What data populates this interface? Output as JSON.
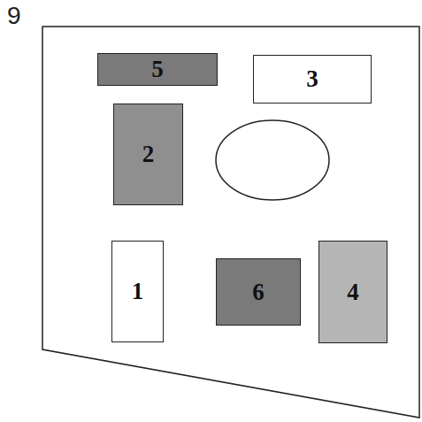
{
  "diagram": {
    "nodes": [
      {
        "text": [
          "5"
        ]
      },
      {
        "text": [
          "3"
        ]
      },
      {
        "text": [
          "2"
        ]
      },
      {
        "text": [
          "1"
        ]
      },
      {
        "text": [
          "6"
        ]
      },
      {
        "text": [
          "4"
        ]
      }
    ],
    "labels": [
      "9"
    ]
  }
}
